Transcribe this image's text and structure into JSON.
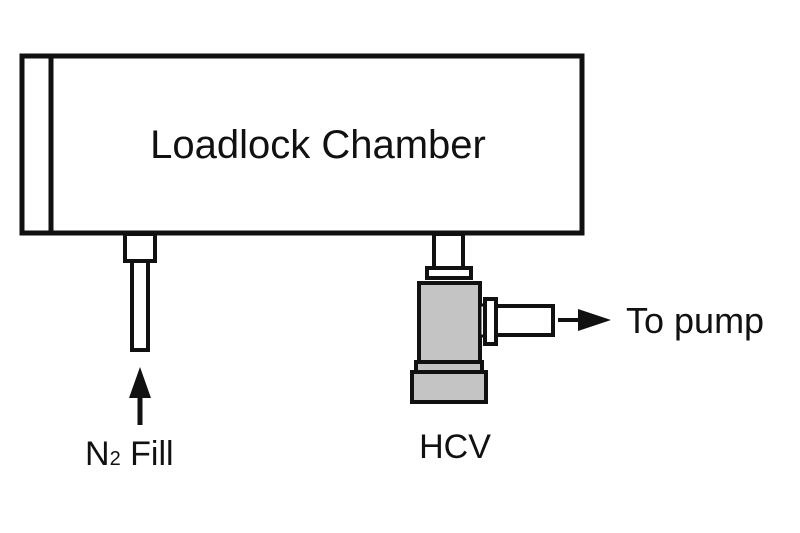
{
  "diagram": {
    "chamber_label": "Loadlock Chamber",
    "n2_label_main": "N",
    "n2_label_sub": "2",
    "n2_label_suffix": " Fill",
    "valve_label": "HCV",
    "pump_label": "To pump"
  },
  "colors": {
    "stroke": "#111111",
    "valve_fill": "#c4c4c4",
    "background": "#ffffff"
  }
}
